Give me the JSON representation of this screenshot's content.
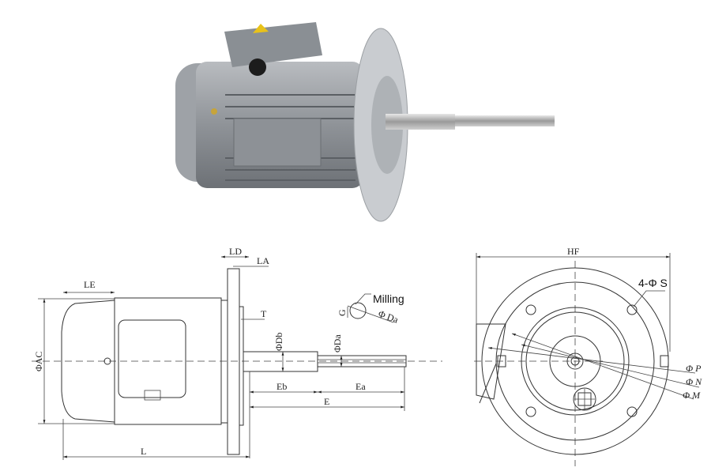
{
  "photo": {
    "subject": "motor-photo"
  },
  "side_view": {
    "labels": {
      "LD": "LD",
      "LA": "LA",
      "LE": "LE",
      "T": "T",
      "Db": "ΦDb",
      "Da": "ΦDa",
      "AC": "ΦAC",
      "Eb": "Eb",
      "Ea": "Ea",
      "E": "E",
      "L": "L"
    },
    "milling": {
      "label": "Milling",
      "G": "G",
      "Da": "Φ Da"
    }
  },
  "front_view": {
    "labels": {
      "HF": "HF",
      "S": "4-Φ S",
      "P": "Φ P",
      "N": "Φ N",
      "M": "Φ M"
    }
  }
}
